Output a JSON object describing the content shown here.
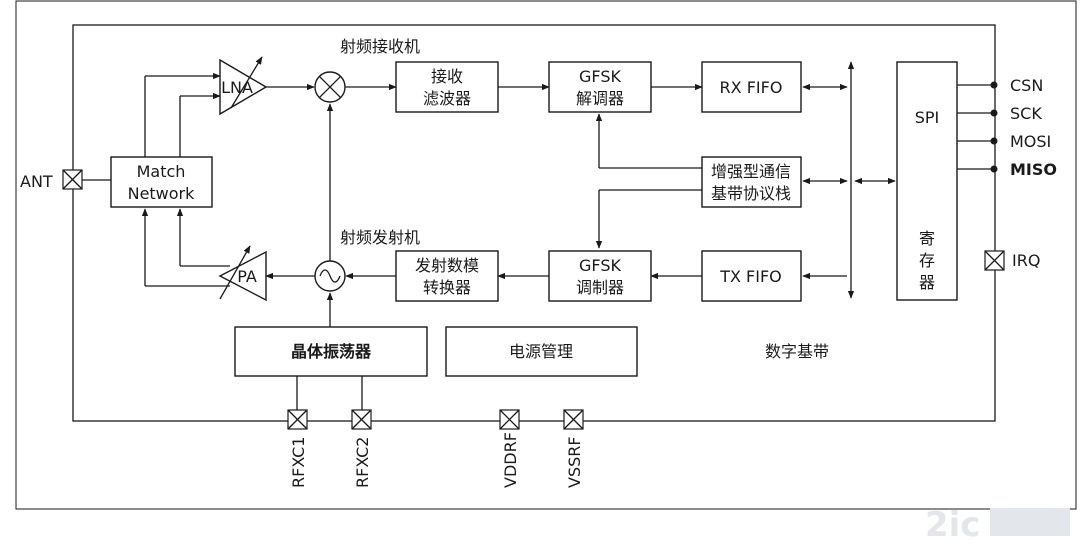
{
  "labels": {
    "rx_title": "射频接收机",
    "tx_title": "射频发射机",
    "digital_baseband": "数字基带",
    "ant": "ANT",
    "match_line1": "Match",
    "match_line2": "Network",
    "lna": "LNA",
    "pa": "PA",
    "rx_filter_line1": "接收",
    "rx_filter_line2": "滤波器",
    "demod_line1": "GFSK",
    "demod_line2": "解调器",
    "rx_fifo": "RX FIFO",
    "stack_line1": "增强型通信",
    "stack_line2": "基带协议栈",
    "dac_line1": "发射数模",
    "dac_line2": "转换器",
    "mod_line1": "GFSK",
    "mod_line2": "调制器",
    "tx_fifo": "TX FIFO",
    "spi": "SPI",
    "reg1": "寄",
    "reg2": "存",
    "reg3": "器",
    "crystal": "晶体振荡器",
    "power": "电源管理",
    "irq": "IRQ",
    "watermark": "2ic"
  },
  "spi_pins": [
    "CSN",
    "SCK",
    "MOSI",
    "MISO"
  ],
  "bottom_pins": [
    "RFXC1",
    "RFXC2",
    "VDDRF",
    "VSSRF"
  ],
  "colors": {
    "line": "#1a1a1a",
    "watermark": "#e3e6ea"
  }
}
